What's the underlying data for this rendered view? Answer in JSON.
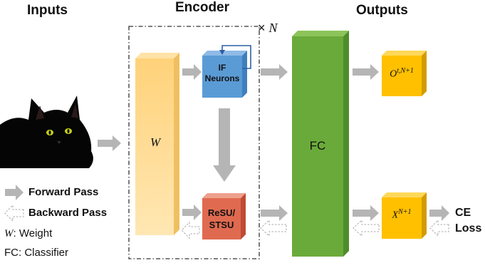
{
  "headers": {
    "inputs": "Inputs",
    "encoder": "Encoder",
    "outputs": "Outputs"
  },
  "encoder": {
    "repeat_prefix": "×",
    "repeat_var": "N",
    "weight_symbol": "W",
    "if_neurons_line1": "IF",
    "if_neurons_line2": "Neurons",
    "resu_line1": "ReSU/",
    "resu_line2": "STSU"
  },
  "fc": {
    "label": "FC"
  },
  "outputs": {
    "o_base": "O",
    "o_sup": "t,N+1",
    "x_base": "X",
    "x_sup": "N+1",
    "loss_line1": "CE",
    "loss_line2": "Loss"
  },
  "legend": {
    "forward_pass": "Forward Pass",
    "backward_pass": "Backward Pass",
    "weight_symbol": "W",
    "weight_text": ": Weight",
    "classifier_text": "FC: Classifier"
  },
  "colors": {
    "weight_box": "#ffd98a",
    "if_box": "#5b9bd5",
    "resu_box": "#e06a50",
    "fc_box": "#6aaa3a",
    "output_box": "#ffc000",
    "forward_arrow": "#b5b5b5",
    "backward_arrow": "#c8c8c8"
  },
  "icons": [
    "cat-image",
    "forward-arrow-icon",
    "backward-arrow-icon",
    "recurrent-loop-arrow"
  ]
}
